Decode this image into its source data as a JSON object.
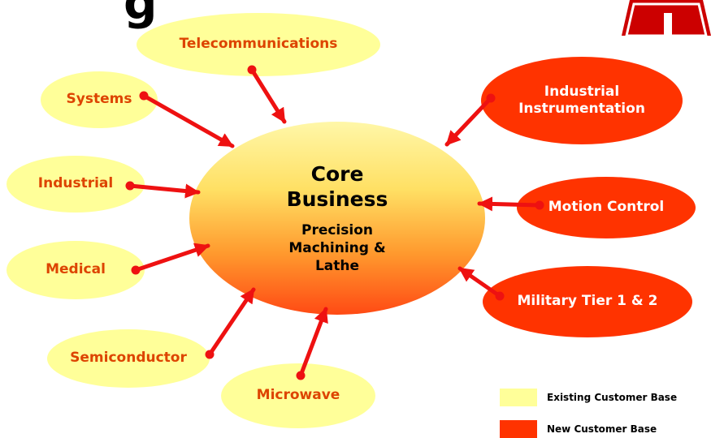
{
  "title_fragment": "g",
  "colors": {
    "existing_fill": "#ffff99",
    "existing_text": "#dd4400",
    "new_fill": "#ff3300",
    "new_text": "#ffffff",
    "arrow": "#ee1111",
    "logo_red": "#cc0000"
  },
  "core": {
    "title_line1": "Core",
    "title_line2": "Business",
    "sub_line1": "Precision",
    "sub_line2": "Machining &",
    "sub_line3": "Lathe"
  },
  "existing_markets": [
    {
      "id": "telecommunications",
      "label": "Telecommunications"
    },
    {
      "id": "systems",
      "label": "Systems"
    },
    {
      "id": "industrial",
      "label": "Industrial"
    },
    {
      "id": "medical",
      "label": "Medical"
    },
    {
      "id": "semiconductor",
      "label": "Semiconductor"
    },
    {
      "id": "microwave",
      "label": "Microwave"
    }
  ],
  "new_markets": [
    {
      "id": "industrial-instrumentation",
      "label_line1": "Industrial",
      "label_line2": "Instrumentation"
    },
    {
      "id": "motion-control",
      "label": "Motion Control"
    },
    {
      "id": "military",
      "label": "Military Tier 1 & 2"
    }
  ],
  "legend": {
    "existing": "Existing Customer Base",
    "new": "New Customer Base"
  }
}
